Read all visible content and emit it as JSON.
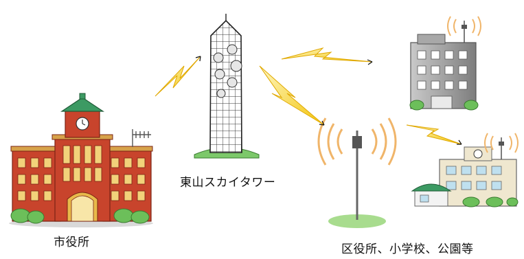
{
  "labels": {
    "city_hall": "市役所",
    "tower": "東山スカイタワー",
    "facilities": "区役所、小学校、公園等"
  }
}
